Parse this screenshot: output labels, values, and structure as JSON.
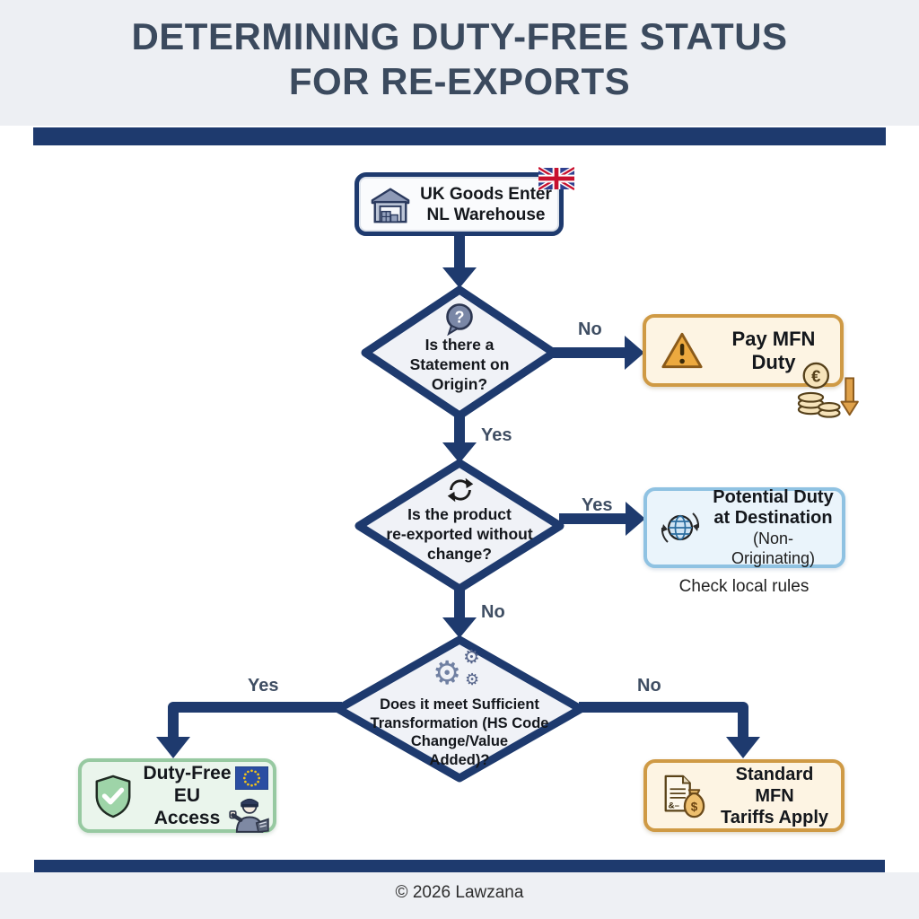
{
  "header": {
    "title_line1": "DETERMINING DUTY-FREE STATUS",
    "title_line2": "FOR RE-EXPORTS"
  },
  "flow": {
    "start": {
      "line1": "UK Goods Enter",
      "line2": "NL Warehouse",
      "icon": "warehouse-icon",
      "flag": "uk-flag"
    },
    "decision1": {
      "icon": "question-bubble-icon",
      "lines": [
        "Is there a",
        "Statement on",
        "Origin?"
      ]
    },
    "pay_mfn": {
      "label": "Pay MFN Duty",
      "icon": "warning-triangle-icon",
      "detail_icon": "euro-coins-down-arrow-icon"
    },
    "decision2": {
      "icon": "refresh-arrows-icon",
      "lines": [
        "Is the product",
        "re-exported without",
        "change?"
      ]
    },
    "potential_duty": {
      "line1": "Potential Duty",
      "line2": "at Destination",
      "line3": "(Non-Originating)",
      "note": "Check local rules",
      "icon": "globe-refresh-icon"
    },
    "decision3": {
      "icon": "gears-icon",
      "lines": [
        "Does it meet Sufficient",
        "Transformation (HS Code",
        "Change/Value",
        "Added)?"
      ]
    },
    "duty_free": {
      "line1": "Duty-Free",
      "line2": "EU Access",
      "icon": "shield-check-icon",
      "flag": "eu-flag",
      "officer": "customs-officer-icon"
    },
    "standard_mfn": {
      "line1": "Standard MFN",
      "line2": "Tariffs Apply",
      "icon": "document-moneybag-icon"
    },
    "labels": {
      "d1_no": "No",
      "d1_yes": "Yes",
      "d2_yes": "Yes",
      "d2_no": "No",
      "d3_yes": "Yes",
      "d3_no": "No"
    }
  },
  "footer": {
    "copyright": "© 2026 Lawzana"
  },
  "colors": {
    "navy": "#1e3a6e",
    "header_bg": "#edeff3",
    "title_text": "#3b4a5e",
    "diamond_fill": "#f0f2f7",
    "orange_border": "#cf9a45",
    "orange_fill": "#fdf4e3",
    "blue_border": "#8fc2e2",
    "blue_fill": "#eaf4fb",
    "green_border": "#97c9a1",
    "green_fill": "#eaf5ec"
  }
}
